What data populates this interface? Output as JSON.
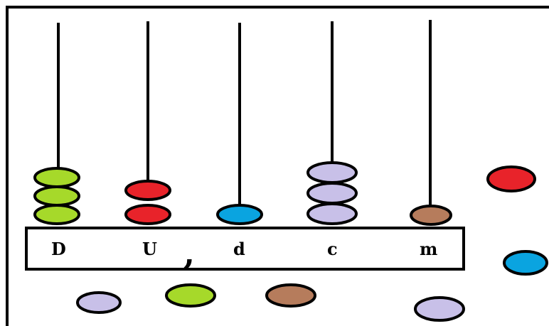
{
  "abacus": {
    "rods": [
      {
        "label": "D",
        "beads": [
          "lime",
          "lime",
          "lime"
        ]
      },
      {
        "label": "U",
        "beads": [
          "red",
          "red"
        ]
      },
      {
        "label": "d",
        "beads": [
          "blue"
        ]
      },
      {
        "label": "c",
        "beads": [
          "lavender",
          "lavender",
          "lavender"
        ]
      },
      {
        "label": "m",
        "beads": [
          "brown"
        ]
      }
    ],
    "decimal_separator": ",",
    "loose_beads": [
      "red",
      "blue",
      "lavender",
      "lime",
      "brown",
      "lavender"
    ]
  },
  "colors": {
    "lime": "#a6d92a",
    "red": "#e8232a",
    "blue": "#0aa4e0",
    "lavender": "#c8c0e8",
    "brown": "#b67c5c",
    "outline": "#000000"
  }
}
